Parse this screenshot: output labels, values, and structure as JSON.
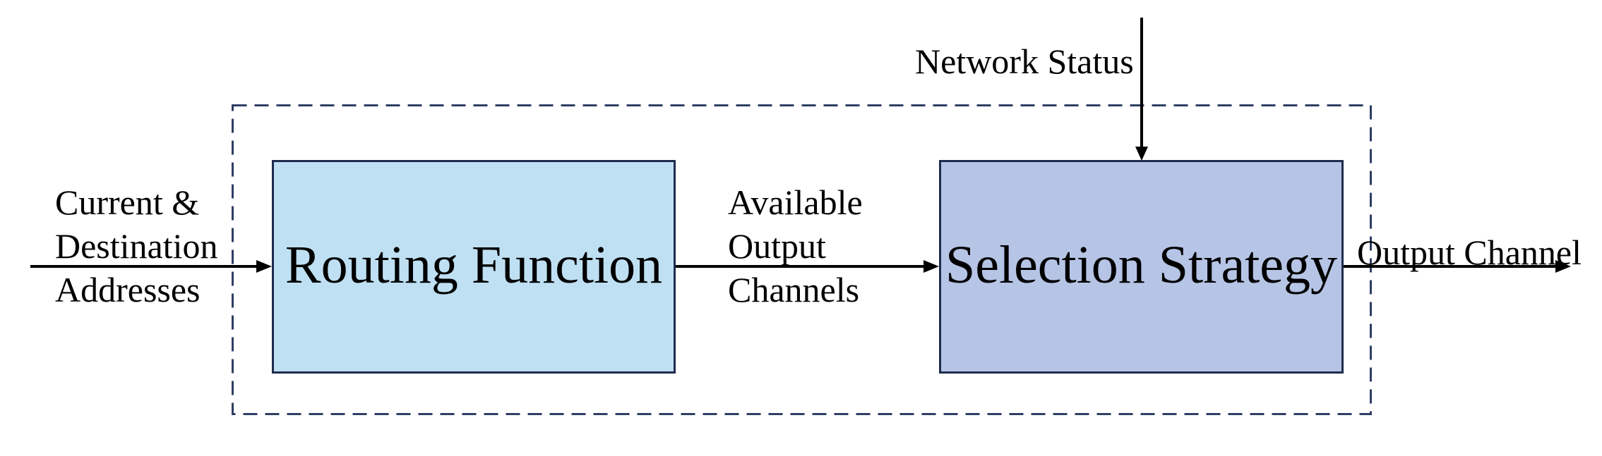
{
  "diagram": {
    "boundary": {
      "dash_color": "#2f3e63"
    },
    "boxes": {
      "routing": {
        "label": "Routing Function",
        "fill": "#bfe0f2",
        "border": "#1f2b4d"
      },
      "selection": {
        "label": "Selection Strategy",
        "fill": "#b6c4e5",
        "border": "#1f2b4d"
      }
    },
    "labels": {
      "input": "Current &\nDestination\nAddresses",
      "between": "Available\nOutput\nChannels",
      "network": "Network Status",
      "output": "Output Channel"
    },
    "colors": {
      "arrow": "#000000",
      "background": "#ffffff",
      "text": "#000000"
    }
  }
}
